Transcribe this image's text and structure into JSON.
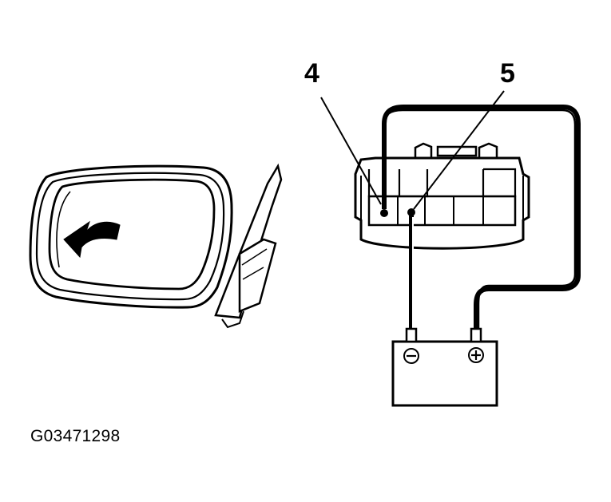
{
  "diagram": {
    "callouts": {
      "pin4": "4",
      "pin5": "5"
    },
    "battery": {
      "negative_symbol": "−",
      "positive_symbol": "+"
    },
    "figure_id": "G03471298",
    "colors": {
      "line": "#000000",
      "background": "#ffffff"
    }
  }
}
